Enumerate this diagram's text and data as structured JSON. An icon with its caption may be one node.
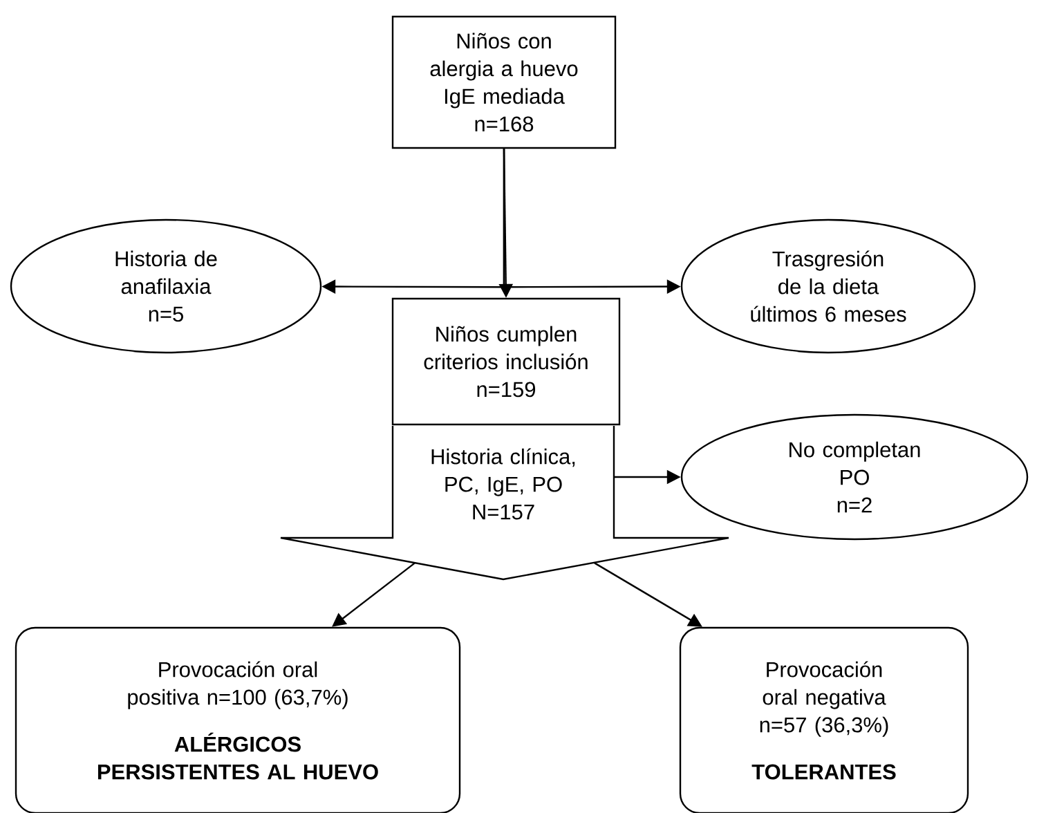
{
  "diagram": {
    "nodes": [
      {
        "text": [
          "Niños con alergia a huevo IgE mediada",
          "n=168"
        ]
      },
      {
        "text": [
          "Historia de anafilaxia",
          "n=5"
        ]
      },
      {
        "text": [
          "Trasgresión de la dieta últimos 6 meses"
        ]
      },
      {
        "text": [
          "Niños cumplen criterios inclusión",
          "n=159"
        ]
      },
      {
        "text": [
          "Historia clínica, PC, IgE, PO",
          "N=157"
        ]
      },
      {
        "text": [
          "No completan PO",
          "n=2"
        ]
      },
      {
        "text": [
          "Provocación oral positiva n=100 (63,7%)",
          "ALÉRGICOS PERSISTENTES AL HUEVO"
        ]
      },
      {
        "text": [
          "Provocación oral negativa n=57 (36,3%)",
          "TOLERANTES"
        ]
      }
    ],
    "edges": [
      {
        "from": 0,
        "to": 3,
        "arrow": "to"
      },
      {
        "from": 0,
        "to": 1,
        "arrow": "to"
      },
      {
        "from": 0,
        "to": 2,
        "arrow": "to"
      },
      {
        "from": 4,
        "to": 5,
        "arrow": "to"
      },
      {
        "from": 4,
        "to": 6,
        "arrow": "to"
      },
      {
        "from": 4,
        "to": 7,
        "arrow": "to"
      }
    ]
  }
}
